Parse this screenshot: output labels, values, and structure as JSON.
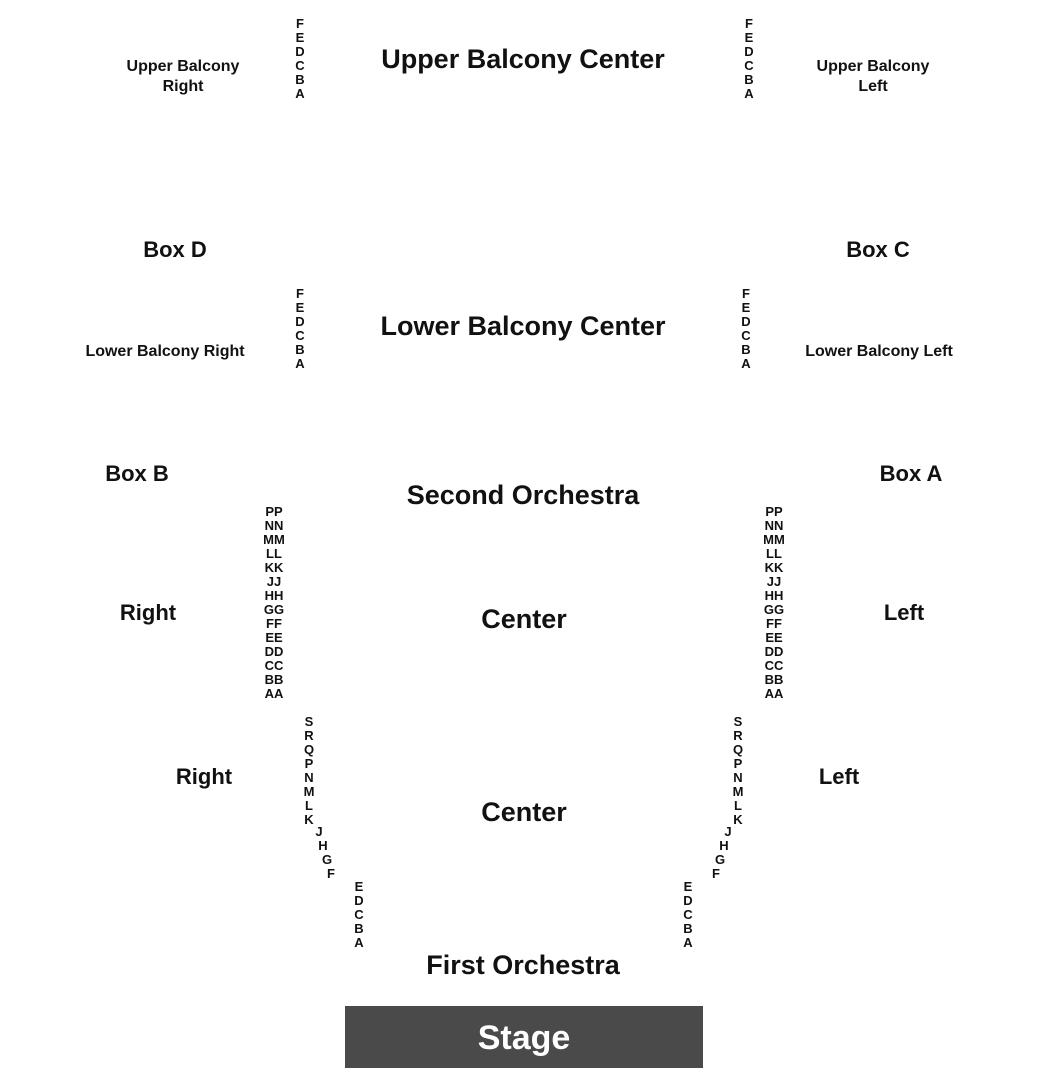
{
  "sections": {
    "upper_balcony_center": "Upper Balcony Center",
    "upper_balcony_right_line1": "Upper Balcony",
    "upper_balcony_right_line2": "Right",
    "upper_balcony_left_line1": "Upper Balcony",
    "upper_balcony_left_line2": "Left",
    "box_d": "Box D",
    "box_c": "Box C",
    "lower_balcony_center": "Lower Balcony Center",
    "lower_balcony_right": "Lower Balcony Right",
    "lower_balcony_left": "Lower Balcony Left",
    "box_b": "Box B",
    "box_a": "Box A",
    "second_orchestra": "Second Orchestra",
    "second_orch_right": "Right",
    "second_orch_center": "Center",
    "second_orch_left": "Left",
    "first_orch_right": "Right",
    "first_orch_center": "Center",
    "first_orch_left": "Left",
    "first_orchestra": "First Orchestra",
    "stage": "Stage"
  },
  "rows": {
    "balcony": [
      "F",
      "E",
      "D",
      "C",
      "B",
      "A"
    ],
    "second_orchestra": [
      "PP",
      "NN",
      "MM",
      "LL",
      "KK",
      "JJ",
      "HH",
      "GG",
      "FF",
      "EE",
      "DD",
      "CC",
      "BB",
      "AA"
    ],
    "first_orchestra_upper": [
      "S",
      "R",
      "Q",
      "P",
      "N",
      "M",
      "L",
      "K"
    ],
    "first_orchestra_mid": [
      "J",
      "H",
      "G",
      "F"
    ],
    "first_orchestra_lower": [
      "E",
      "D",
      "C",
      "B",
      "A"
    ]
  }
}
